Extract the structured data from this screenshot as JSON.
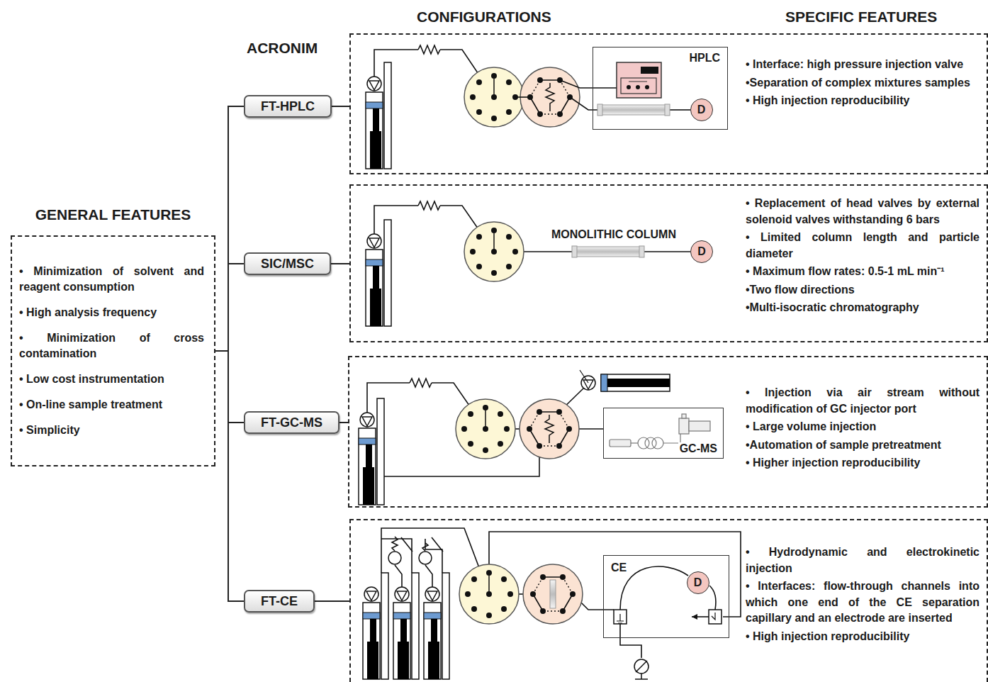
{
  "diagram": {
    "nodes": [
      {
        "text": [
          "GENERAL FEATURES",
          "• Minimization of solvent and reagent consumption",
          "• High analysis frequency",
          "• Minimization of cross contamination",
          "• Low cost instrumentation",
          "• On-line sample treatment",
          "• Simplicity"
        ]
      },
      {
        "text": [
          "FT-HPLC"
        ]
      },
      {
        "text": [
          "• Interface: high pressure injection valve",
          "•Separation of complex mixtures samples",
          "• High injection reproducibility"
        ]
      },
      {
        "text": [
          "HPLC"
        ],
        "in": 2
      },
      {
        "text": [
          "D"
        ],
        "in": 3
      },
      {
        "text": [
          "SIC/MSC"
        ]
      },
      {
        "text": [
          "• Replacement of head valves by external solenoid valves withstanding 6 bars",
          "• Limited column length and particle diameter",
          "• Maximum flow rates: 0.5-1 mL min⁻¹",
          "•Two flow directions",
          "•Multi-isocratic chromatography"
        ]
      },
      {
        "text": [
          "D"
        ],
        "in": 6
      },
      {
        "text": [
          "FT-GC-MS"
        ]
      },
      {
        "text": [
          "• Injection via air stream without modification of GC injector port",
          "• Large volume injection",
          "•Automation of sample pretreatment",
          "• Higher injection reproducibility"
        ]
      },
      {
        "text": [
          "GC-MS"
        ],
        "in": 9
      },
      {
        "text": [
          "FT-CE"
        ]
      },
      {
        "text": [
          "• Hydrodynamic and electrokinetic injection",
          "• Interfaces: flow-through channels into which one end of the CE separation capillary and an electrode are inserted",
          "• High injection reproducibility"
        ]
      },
      {
        "text": [
          "CE"
        ],
        "in": 12
      },
      {
        "text": [
          "D"
        ],
        "in": 13
      }
    ],
    "edges": [
      {
        "from": 0,
        "to": 1,
        "arrow": "none"
      },
      {
        "from": 0,
        "to": 5,
        "arrow": "none"
      },
      {
        "from": 0,
        "to": 8,
        "arrow": "none"
      },
      {
        "from": 0,
        "to": 11,
        "arrow": "none"
      },
      {
        "from": 1,
        "to": 2,
        "arrow": "none"
      },
      {
        "from": 5,
        "to": 6,
        "arrow": "none"
      },
      {
        "from": 8,
        "to": 9,
        "arrow": "none"
      },
      {
        "from": 11,
        "to": 12,
        "arrow": "none"
      }
    ],
    "labels": [
      "CONFIGURATIONS",
      "SPECIFIC FEATURES",
      "ACRONIM",
      "MONOLITHIC COLUMN"
    ]
  }
}
